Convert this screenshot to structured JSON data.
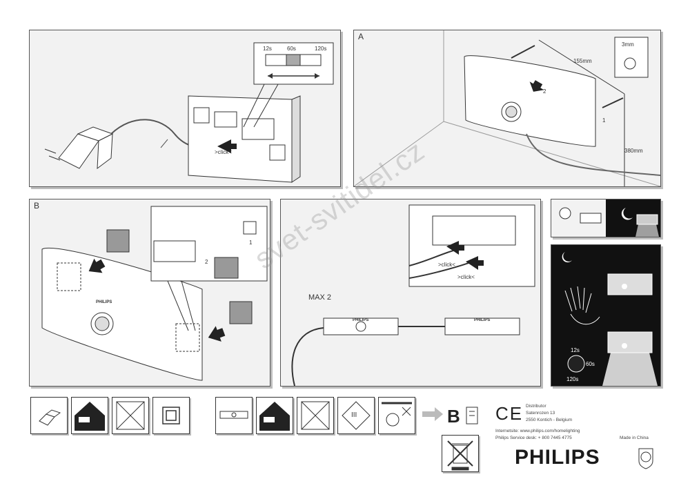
{
  "panel1": {
    "timer_labels": [
      "12s",
      "60s",
      "120s"
    ],
    "click_label": ">click<"
  },
  "panelA": {
    "label": "A",
    "dim_3mm": "3mm",
    "dim_155mm": "155mm",
    "dim_380mm": "380mm",
    "step1": "1",
    "step2": "2"
  },
  "panelB": {
    "label": "B",
    "step1": "1",
    "step2": "2",
    "brand_small": "PHILIPS"
  },
  "panel4": {
    "click1": ">click<",
    "click2": ">click<",
    "max_label": "MAX 2",
    "brand_small1": "PHILIPS",
    "brand_small2": "PHILIPS"
  },
  "night_panel": {
    "timer_labels": [
      "12s",
      "60s",
      "120s"
    ]
  },
  "footer": {
    "b_letter": "B",
    "ce_mark": "CE",
    "distributor_lines": [
      "Distributor",
      "Satenrozen 13",
      "2550 Kontich - Belgium"
    ],
    "internet_line": "Internetsite: www.philips.com/homelighting",
    "service_line": "Philips Service desk: + 800 7445 4775",
    "made_in": "Made in China",
    "brand": "PHILIPS",
    "class_iii": "III"
  },
  "watermark": "svet-svitidel.cz"
}
